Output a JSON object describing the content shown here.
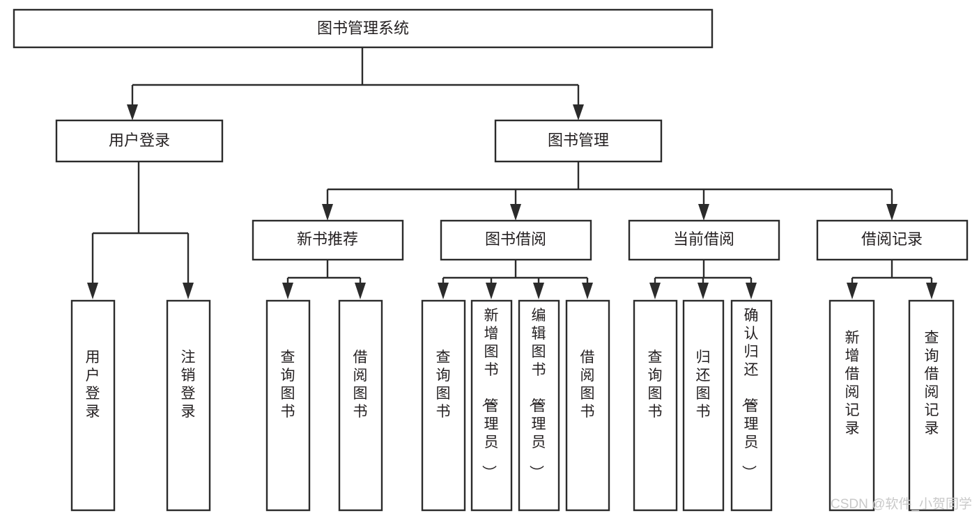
{
  "diagram": {
    "type": "tree-hierarchy",
    "title": "图书管理系统",
    "orientation": "top-down",
    "colors": {
      "stroke": "#2b2b2b",
      "fill": "#ffffff",
      "text": "#231f20",
      "watermark": "#c9c9c9",
      "background": "#ffffff"
    },
    "levels": 4
  },
  "root": {
    "label": "图书管理系统"
  },
  "level2": [
    {
      "label": "用户登录"
    },
    {
      "label": "图书管理"
    }
  ],
  "level3": [
    {
      "label": "新书推荐"
    },
    {
      "label": "图书借阅"
    },
    {
      "label": "当前借阅"
    },
    {
      "label": "借阅记录"
    }
  ],
  "leaves": {
    "user_login": [
      {
        "label": "用户登录"
      },
      {
        "label": "注销登录"
      }
    ],
    "new_book_recommend": [
      {
        "label": "查询图书"
      },
      {
        "label": "借阅图书"
      }
    ],
    "book_borrow": [
      {
        "label": "查询图书"
      },
      {
        "label": "新增图书（管理员）"
      },
      {
        "label": "编辑图书（管理员）"
      },
      {
        "label": "借阅图书"
      }
    ],
    "current_borrow": [
      {
        "label": "查询图书"
      },
      {
        "label": "归还图书"
      },
      {
        "label": "确认归还（管理员）"
      }
    ],
    "borrow_records": [
      {
        "label": "新增借阅记录"
      },
      {
        "label": "查询借阅记录"
      }
    ]
  },
  "watermark": {
    "text": "CSDN @软件_小贺同学"
  }
}
